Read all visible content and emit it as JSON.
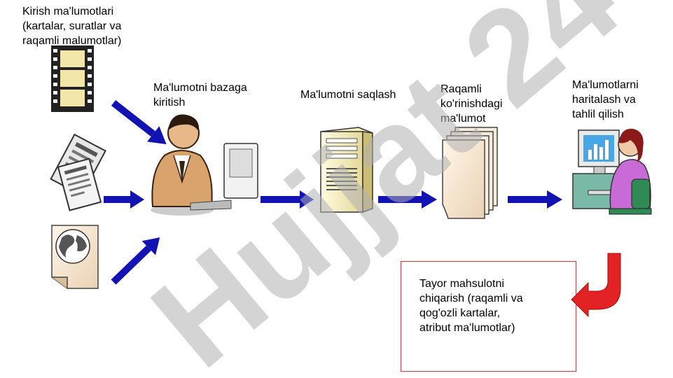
{
  "watermark": {
    "text": "Hujjat 24",
    "color": "#b0b0b0",
    "accent_color": "#c9a3f2"
  },
  "colors": {
    "arrow": "#1313b4",
    "output_arrow": "#e32323",
    "box_border": "#d23c3c"
  },
  "nodes": {
    "input": "Kirish ma'lumotlari\n(kartalar, suratlar va\nraqamli malumotlar)",
    "entry": "Ma'lumotni bazaga\nkiritish",
    "storage": "Ma'lumotni saqlash",
    "digital": "Raqamli\nko'rinishdagi\nma'lumot",
    "analysis": "Ma'lumotlarni\nharitalash va\ntahlil qilish",
    "output": "Tayor mahsulotni\nchiqarish (raqamli va\nqog'ozli kartalar,\natribut ma'lumotlar)"
  },
  "icons": [
    "film-strip-icon",
    "documents-icon",
    "globe-map-icon",
    "operator-at-computer-icon",
    "server-tower-icon",
    "paper-stack-icon",
    "analyst-at-computer-icon"
  ]
}
